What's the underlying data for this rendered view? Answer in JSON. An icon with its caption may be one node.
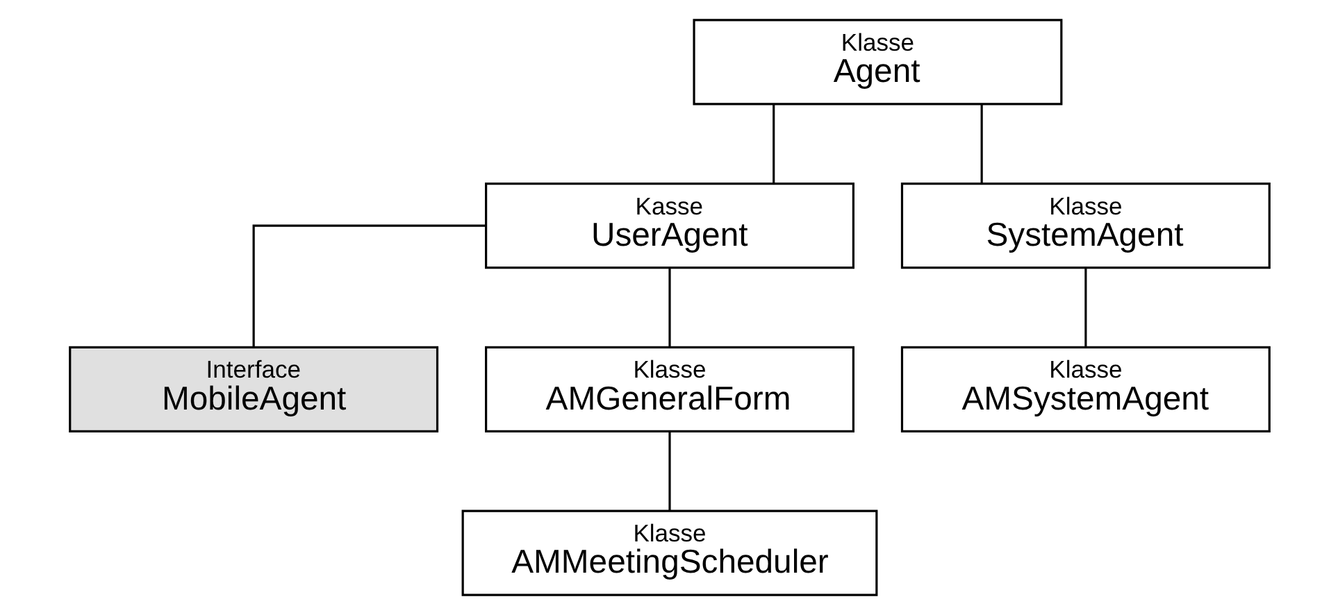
{
  "diagram": {
    "nodes": [
      {
        "text": [
          "Klasse",
          "Agent"
        ]
      },
      {
        "text": [
          "Kasse",
          "UserAgent"
        ]
      },
      {
        "text": [
          "Klasse",
          "SystemAgent"
        ]
      },
      {
        "text": [
          "Interface",
          "MobileAgent"
        ]
      },
      {
        "text": [
          "Klasse",
          "AMGeneralForm"
        ]
      },
      {
        "text": [
          "Klasse",
          "AMSystemAgent"
        ]
      },
      {
        "text": [
          "Klasse",
          "AMMeetingScheduler"
        ]
      }
    ],
    "edges": [
      {
        "from": 0,
        "to": 1,
        "arrow": "none"
      },
      {
        "from": 0,
        "to": 2,
        "arrow": "none"
      },
      {
        "from": 1,
        "to": 3,
        "arrow": "none"
      },
      {
        "from": 1,
        "to": 4,
        "arrow": "none"
      },
      {
        "from": 2,
        "to": 5,
        "arrow": "none"
      },
      {
        "from": 4,
        "to": 6,
        "arrow": "none"
      }
    ]
  }
}
